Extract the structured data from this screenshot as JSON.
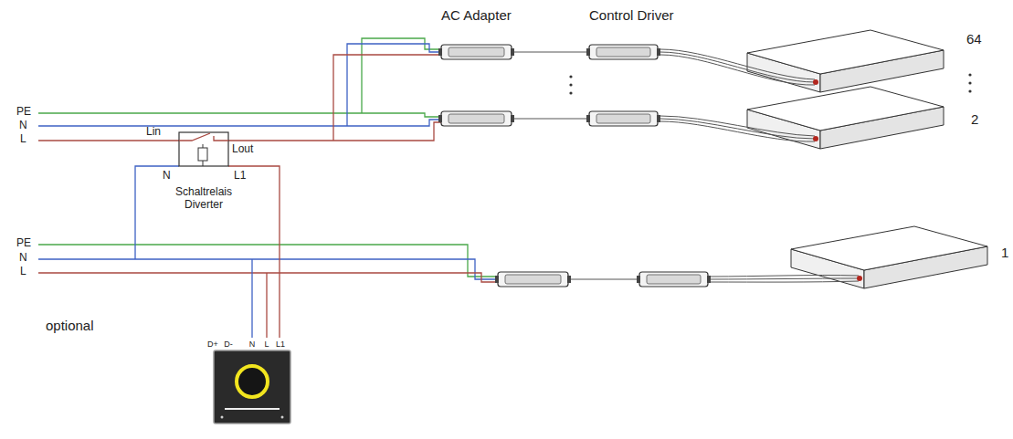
{
  "diagram": {
    "labels": [
      "AC Adapter",
      "Control Driver",
      "64",
      "2",
      "1",
      "PE",
      "N",
      "L",
      "Lin",
      "Lout",
      "N",
      "L1",
      "Schaltrelais Diverter",
      "PE",
      "N",
      "L",
      "optional",
      "D+",
      "D-",
      "N",
      "L",
      "L1"
    ]
  }
}
